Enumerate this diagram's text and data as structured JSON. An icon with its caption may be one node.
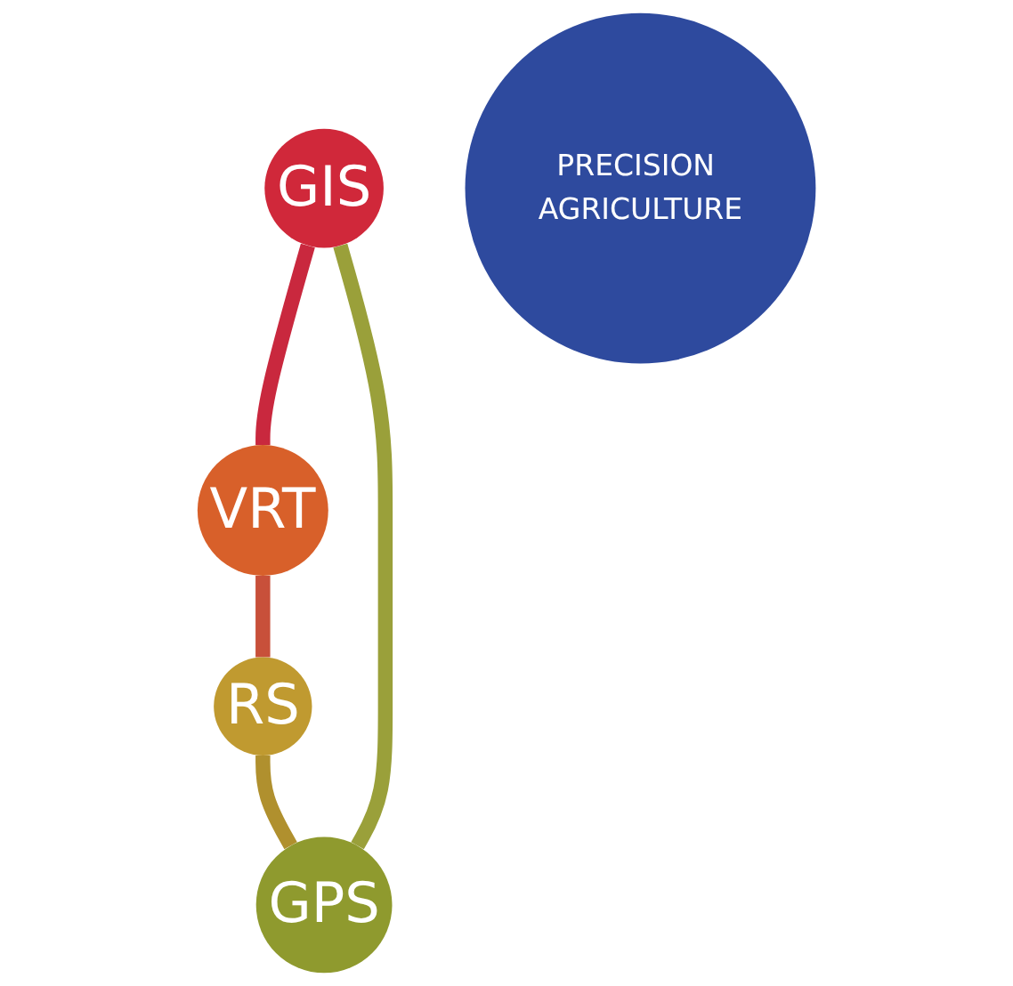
{
  "diagram": {
    "nodes": [
      {
        "text": [
          "GIS"
        ]
      },
      {
        "text": [
          "GPS"
        ]
      },
      {
        "text": [
          "PRECISION AGRICULTURE"
        ]
      },
      {
        "text": [
          "VRT"
        ]
      },
      {
        "text": [
          "RS"
        ]
      }
    ],
    "edges": [
      {
        "from": 0,
        "to": 3,
        "arrow": "none",
        "color": "#c9283e"
      },
      {
        "from": 3,
        "to": 4,
        "arrow": "none",
        "color": "#c8503a"
      },
      {
        "from": 4,
        "to": 1,
        "arrow": "none",
        "color": "#b0902e"
      },
      {
        "from": 1,
        "to": 0,
        "arrow": "none",
        "color": "#9aa03a"
      }
    ]
  }
}
